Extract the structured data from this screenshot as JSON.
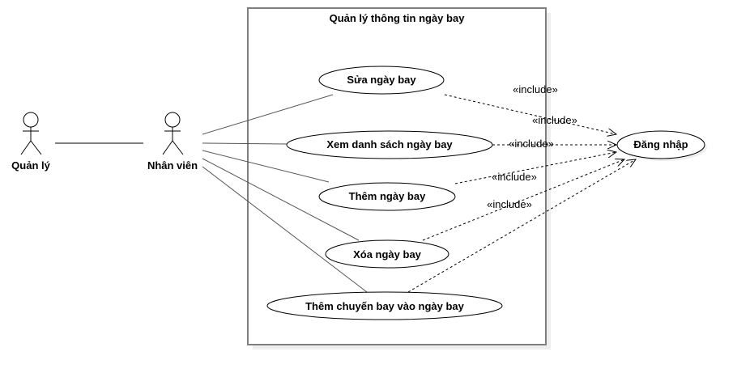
{
  "system": {
    "title": "Quản lý thông tin ngày bay"
  },
  "actors": {
    "manager": "Quản lý",
    "employee": "Nhân viên"
  },
  "use_cases": {
    "edit": "Sửa ngày bay",
    "view_list": "Xem danh sách ngày bay",
    "add": "Thêm ngày bay",
    "delete": "Xóa ngày bay",
    "add_flight": "Thêm chuyến bay vào ngày bay",
    "login": "Đăng nhập"
  },
  "relations": {
    "include_1": "«include»",
    "include_2": "«include»",
    "include_3": "«include»",
    "include_4": "«include»",
    "include_5": "«include»"
  }
}
